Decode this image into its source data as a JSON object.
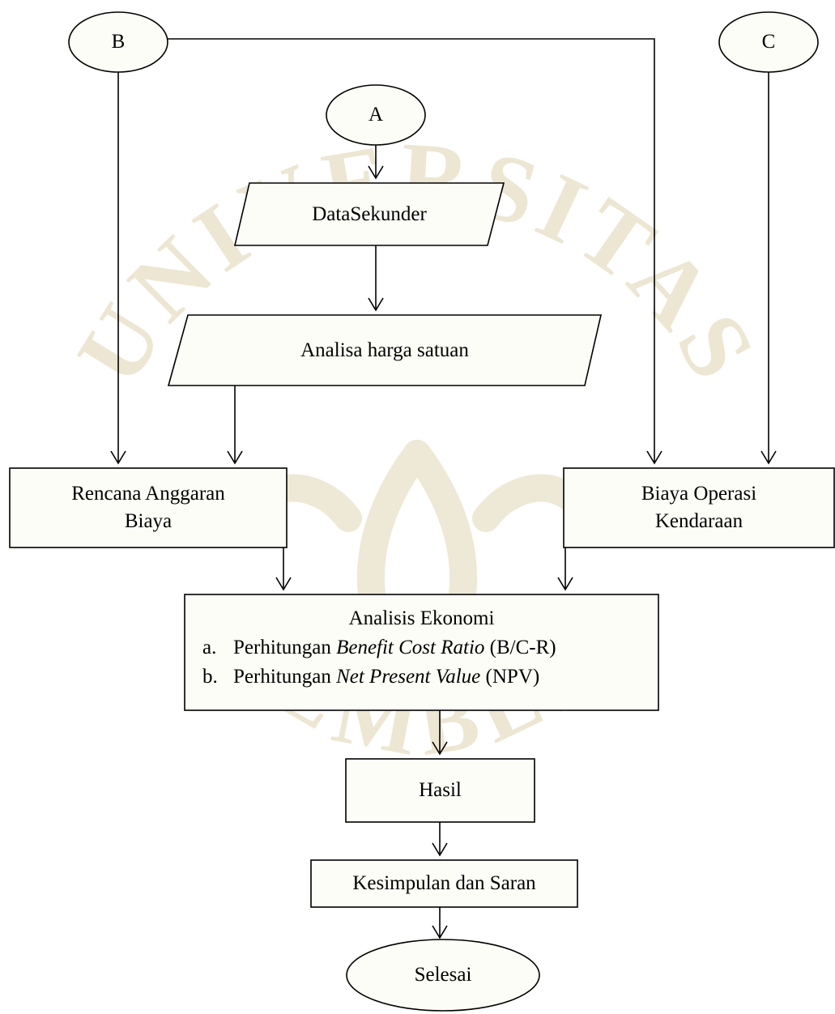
{
  "watermark": {
    "upper_text": "UNIVERSITAS",
    "lower_text": "JEMBER",
    "color": "#e9e2cd"
  },
  "connectors": {
    "a": "A",
    "b": "B",
    "c": "C"
  },
  "nodes": {
    "data_sekunder": "DataSekunder",
    "analisa_harga": "Analisa harga satuan",
    "rab_line1": "Rencana Anggaran",
    "rab_line2": "Biaya",
    "bok_line1": "Biaya Operasi",
    "bok_line2": "Kendaraan",
    "analisis": {
      "title": "Analisis Ekonomi",
      "item_a_num": "a.",
      "item_a_pre": "Perhitungan ",
      "item_a_term": "Benefit Cost Ratio",
      "item_a_post": " (B/C-R)",
      "item_b_num": "b.",
      "item_b_pre": "Perhitungan ",
      "item_b_term": "Net Present Value",
      "item_b_post": " (NPV)"
    },
    "hasil": "Hasil",
    "kesimpulan": "Kesimpulan dan Saran",
    "selesai": "Selesai"
  },
  "colors": {
    "line": "#000000",
    "box_fill": "#fdfdf7"
  }
}
